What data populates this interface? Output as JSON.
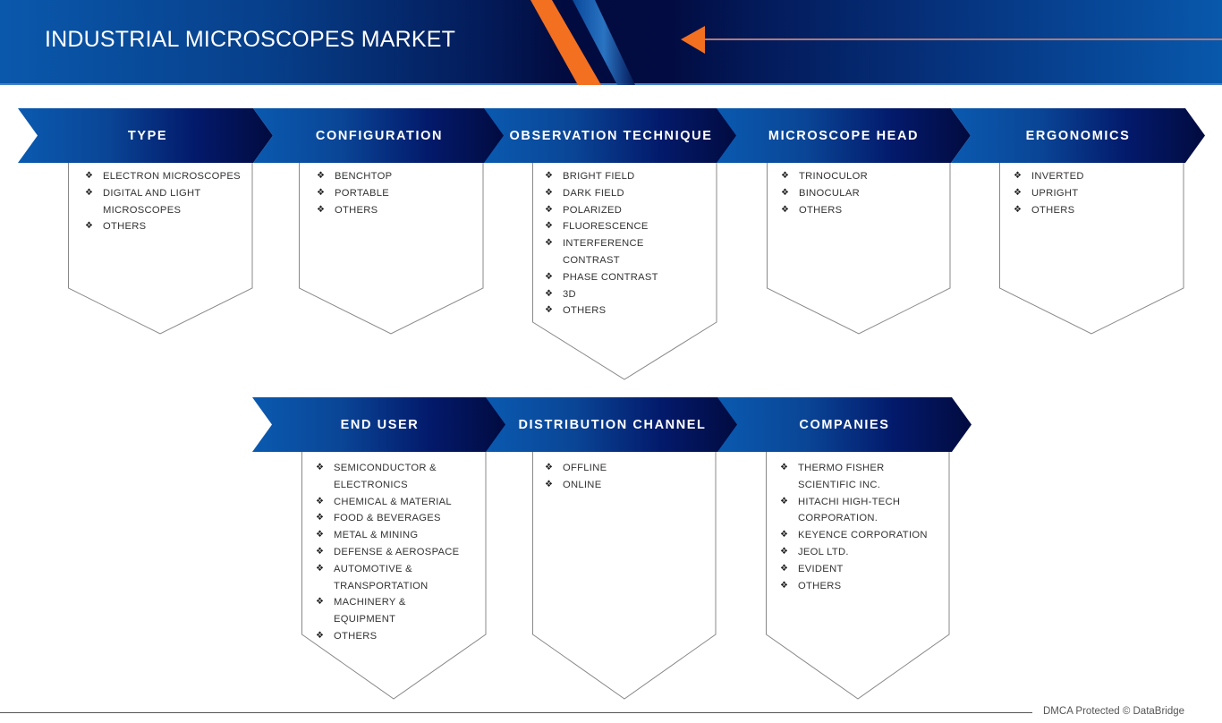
{
  "header": {
    "title": "INDUSTRIAL MICROSCOPES MARKET",
    "colors": {
      "navy": "#020b3f",
      "blue": "#0a58ac",
      "orange": "#f37021"
    },
    "arrow_icon": "left-arrow-icon"
  },
  "segments_row1": [
    {
      "title": "TYPE",
      "items": [
        "ELECTRON MICROSCOPES",
        "DIGITAL AND LIGHT MICROSCOPES",
        "OTHERS"
      ]
    },
    {
      "title": "CONFIGURATION",
      "items": [
        "BENCHTOP",
        "PORTABLE",
        "OTHERS"
      ]
    },
    {
      "title": "OBSERVATION TECHNIQUE",
      "items": [
        "BRIGHT FIELD",
        "DARK FIELD",
        "POLARIZED",
        "FLUORESCENCE",
        "INTERFERENCE CONTRAST",
        "PHASE CONTRAST",
        "3D",
        "OTHERS"
      ]
    },
    {
      "title": "MICROSCOPE HEAD",
      "items": [
        "TRINOCULOR",
        "BINOCULAR",
        "OTHERS"
      ]
    },
    {
      "title": "ERGONOMICS",
      "items": [
        "INVERTED",
        "UPRIGHT",
        "OTHERS"
      ]
    }
  ],
  "segments_row2": [
    {
      "title": "END USER",
      "items": [
        "SEMICONDUCTOR & ELECTRONICS",
        "CHEMICAL & MATERIAL",
        "FOOD & BEVERAGES",
        "METAL & MINING",
        "DEFENSE & AEROSPACE",
        "AUTOMOTIVE & TRANSPORTATION",
        "MACHINERY & EQUIPMENT",
        "OTHERS"
      ]
    },
    {
      "title": "DISTRIBUTION CHANNEL",
      "items": [
        "OFFLINE",
        "ONLINE"
      ]
    },
    {
      "title": "COMPANIES",
      "items": [
        "THERMO FISHER SCIENTIFIC INC.",
        "HITACHI HIGH-TECH CORPORATION.",
        "KEYENCE CORPORATION",
        "JEOL LTD.",
        "EVIDENT",
        "OTHERS"
      ]
    }
  ],
  "bullet_glyph": "❖",
  "footer": {
    "text": "DMCA Protected © DataBridge"
  }
}
